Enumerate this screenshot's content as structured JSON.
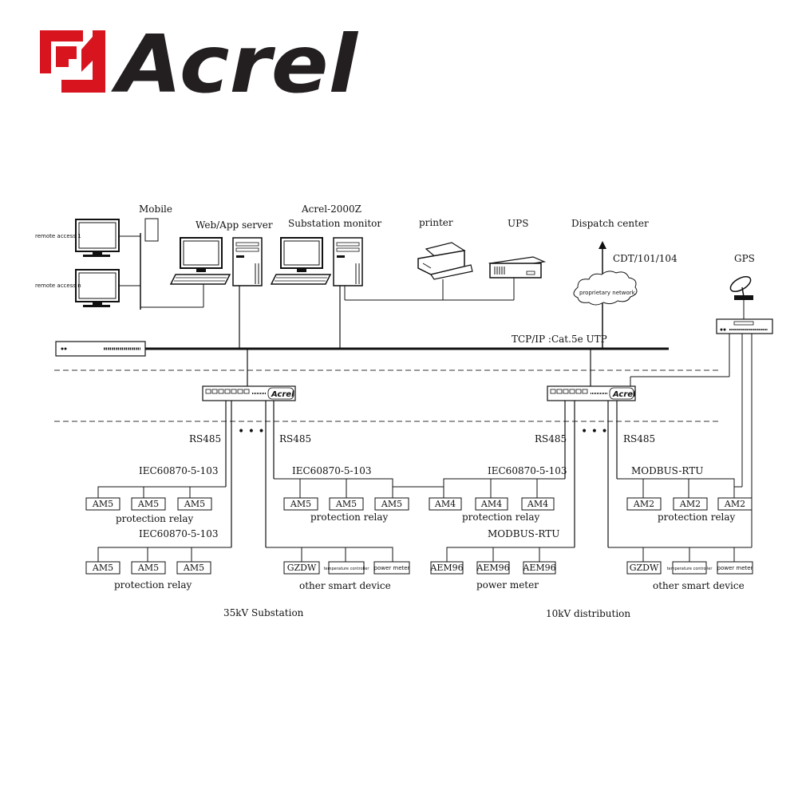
{
  "brand": {
    "name": "Acrel",
    "color": "#d8141f"
  },
  "top_labels": {
    "mobile": "Mobile",
    "web_server": "Web/App server",
    "monitor_line1": "Acrel-2000Z",
    "monitor_line2": "Substation monitor",
    "printer": "printer",
    "ups": "UPS",
    "dispatch": "Dispatch center",
    "cdt": "CDT/101/104",
    "gps": "GPS",
    "remote1": "remote access 1",
    "remoten": "remote access n",
    "network": "proprietary network",
    "tcpip": "TCP/IP :Cat.5e UTP"
  },
  "gateway": {
    "logo": "Acrel",
    "dots": "• • •",
    "rs485": "RS485"
  },
  "left": {
    "bus1": "IEC60870-5-103",
    "row1a": [
      "AM5",
      "AM5",
      "AM5"
    ],
    "bus2": "IEC60870-5-103",
    "row1b": [
      "AM5",
      "AM5",
      "AM5"
    ],
    "relay": "protection relay",
    "bus3": "IEC60870-5-103",
    "row2a": [
      "AM5",
      "AM5",
      "AM5"
    ],
    "row2b": [
      "GZDW",
      "temperature controller",
      "power meter"
    ],
    "other": "other smart device",
    "footer": "35kV Substation"
  },
  "right": {
    "bus1": "IEC60870-5-103",
    "row1a": [
      "AM4",
      "AM4",
      "AM4"
    ],
    "bus2": "MODBUS-RTU",
    "row1b": [
      "AM2",
      "AM2",
      "AM2"
    ],
    "relay": "protection relay",
    "bus3": "MODBUS-RTU",
    "row2a": [
      "AEM96",
      "AEM96",
      "AEM96"
    ],
    "meter": "power meter",
    "row2b": [
      "GZDW",
      "temperature controller",
      "power meter"
    ],
    "other": "other smart device",
    "footer": "10kV distribution"
  }
}
